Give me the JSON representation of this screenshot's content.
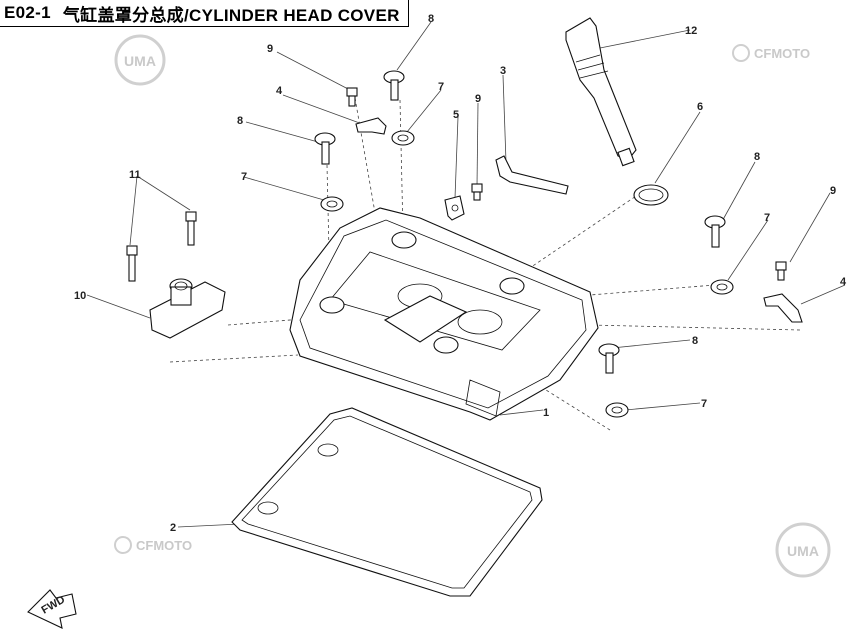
{
  "header": {
    "code": "E02-1",
    "title": "气缸盖罩分总成/CYLINDER HEAD COVER"
  },
  "watermarks": {
    "uma": "UMA",
    "cfmoto": "CFMOTO"
  },
  "forward_label": "FWD",
  "callouts": [
    "1",
    "2",
    "3",
    "4",
    "4",
    "5",
    "6",
    "7",
    "7",
    "7",
    "7",
    "8",
    "8",
    "8",
    "8",
    "9",
    "9",
    "9",
    "10",
    "11",
    "12"
  ]
}
